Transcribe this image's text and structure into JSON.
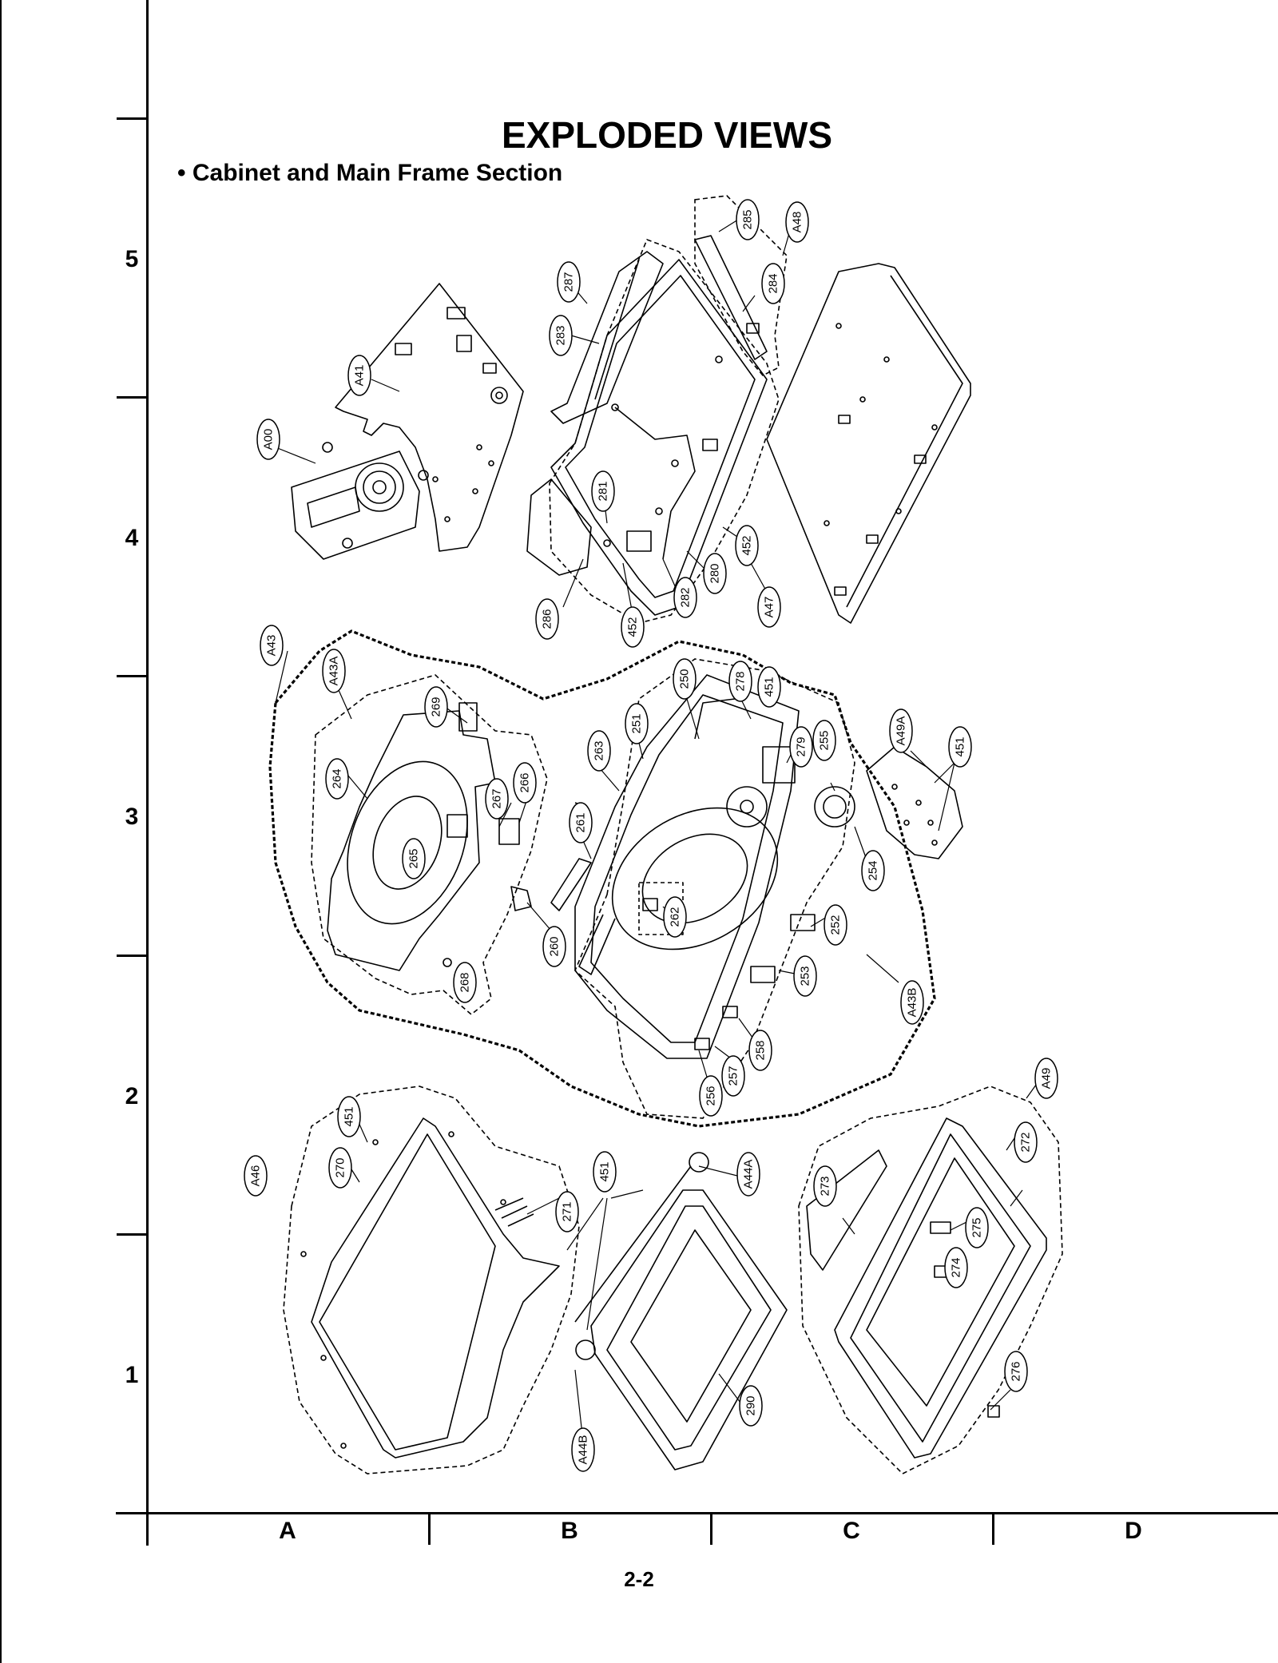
{
  "title": "EXPLODED VIEWS",
  "subtitle": "• Cabinet and Main Frame Section",
  "page_number": "2-2",
  "grid": {
    "rows": [
      "5",
      "4",
      "3",
      "2",
      "1"
    ],
    "columns": [
      "A",
      "B",
      "C",
      "D"
    ]
  },
  "labels": [
    "A41",
    "A00",
    "287",
    "283",
    "285",
    "A48",
    "284",
    "281",
    "452",
    "280",
    "282",
    "286",
    "452",
    "A47",
    "A43",
    "A43A",
    "269",
    "264",
    "267",
    "266",
    "265",
    "268",
    "263",
    "251",
    "250",
    "278",
    "451",
    "279",
    "255",
    "254",
    "261",
    "262",
    "260",
    "252",
    "253",
    "A43B",
    "258",
    "257",
    "256",
    "A49A",
    "451",
    "A46",
    "451",
    "270",
    "271",
    "451",
    "A44A",
    "290",
    "A44B",
    "273",
    "272",
    "275",
    "274",
    "A49",
    "276"
  ]
}
